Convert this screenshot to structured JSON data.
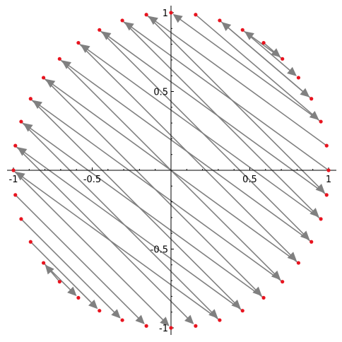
{
  "chart_data": {
    "type": "scatter",
    "title": "",
    "xlabel": "",
    "ylabel": "",
    "xlim": [
      -1,
      1
    ],
    "ylim": [
      -1,
      1
    ],
    "grid": false,
    "x_ticks": [
      {
        "value": -1,
        "label": "-1"
      },
      {
        "value": -0.5,
        "label": "-0.5"
      },
      {
        "value": 0.5,
        "label": "0.5"
      },
      {
        "value": 1,
        "label": "1"
      }
    ],
    "y_ticks": [
      {
        "value": 1,
        "label": "1"
      },
      {
        "value": 0.5,
        "label": "0.5"
      },
      {
        "value": -0.5,
        "label": "-0.5"
      },
      {
        "value": -1,
        "label": "-1"
      }
    ],
    "points": {
      "description": "40 equally spaced points on the unit circle (angle step 9 degrees)",
      "count": 40,
      "angle_step_deg": 9
    },
    "arrows": [
      {
        "from": [
          0.156,
          0.988
        ],
        "to": [
          0.951,
          0.309
        ]
      },
      {
        "from": [
          0.309,
          0.951
        ],
        "to": [
          0.891,
          0.454
        ]
      },
      {
        "from": [
          0.454,
          0.891
        ],
        "to": [
          0.809,
          0.588
        ]
      },
      {
        "from": [
          0.588,
          0.809
        ],
        "to": [
          0.707,
          0.707
        ]
      },
      {
        "from": [
          0.707,
          0.707
        ],
        "to": [
          0.454,
          0.891
        ]
      },
      {
        "from": [
          0.891,
          0.454
        ],
        "to": [
          0.309,
          0.951
        ]
      },
      {
        "from": [
          0.951,
          0.309
        ],
        "to": [
          0.0,
          1.0
        ]
      },
      {
        "from": [
          0.988,
          0.156
        ],
        "to": [
          -0.156,
          0.988
        ]
      },
      {
        "from": [
          1.0,
          0.0
        ],
        "to": [
          -0.309,
          0.951
        ]
      },
      {
        "from": [
          0.988,
          -0.156
        ],
        "to": [
          -0.454,
          0.891
        ]
      },
      {
        "from": [
          0.951,
          -0.309
        ],
        "to": [
          -0.588,
          0.809
        ]
      },
      {
        "from": [
          0.891,
          -0.454
        ],
        "to": [
          -0.707,
          0.707
        ]
      },
      {
        "from": [
          0.809,
          -0.588
        ],
        "to": [
          -0.809,
          0.588
        ]
      },
      {
        "from": [
          0.707,
          -0.707
        ],
        "to": [
          -0.891,
          0.454
        ]
      },
      {
        "from": [
          0.588,
          -0.809
        ],
        "to": [
          -0.951,
          0.309
        ]
      },
      {
        "from": [
          0.454,
          -0.891
        ],
        "to": [
          -0.988,
          0.156
        ]
      },
      {
        "from": [
          0.309,
          -0.951
        ],
        "to": [
          -1.0,
          0.0
        ]
      },
      {
        "from": [
          -0.156,
          0.988
        ],
        "to": [
          0.988,
          -0.156
        ]
      },
      {
        "from": [
          -0.309,
          0.951
        ],
        "to": [
          0.951,
          -0.309
        ]
      },
      {
        "from": [
          -0.454,
          0.891
        ],
        "to": [
          0.891,
          -0.454
        ]
      },
      {
        "from": [
          -0.588,
          0.809
        ],
        "to": [
          0.809,
          -0.588
        ]
      },
      {
        "from": [
          -0.707,
          0.707
        ],
        "to": [
          0.707,
          -0.707
        ]
      },
      {
        "from": [
          -0.809,
          0.588
        ],
        "to": [
          0.588,
          -0.809
        ]
      },
      {
        "from": [
          -0.891,
          0.454
        ],
        "to": [
          0.454,
          -0.891
        ]
      },
      {
        "from": [
          -0.951,
          0.309
        ],
        "to": [
          0.309,
          -0.951
        ]
      },
      {
        "from": [
          -0.988,
          0.156
        ],
        "to": [
          0.156,
          -0.988
        ]
      },
      {
        "from": [
          -1.0,
          0.0
        ],
        "to": [
          0.0,
          -1.0
        ]
      },
      {
        "from": [
          -0.988,
          -0.156
        ],
        "to": [
          -0.156,
          -0.988
        ]
      },
      {
        "from": [
          -0.951,
          -0.309
        ],
        "to": [
          -0.309,
          -0.951
        ]
      },
      {
        "from": [
          -0.891,
          -0.454
        ],
        "to": [
          -0.454,
          -0.891
        ]
      },
      {
        "from": [
          -0.809,
          -0.588
        ],
        "to": [
          -0.588,
          -0.809
        ]
      },
      {
        "from": [
          -0.707,
          -0.707
        ],
        "to": [
          -0.809,
          -0.588
        ]
      }
    ],
    "colors": {
      "point": "#e8141f",
      "arrow": "#808080",
      "axis": "#000000"
    }
  }
}
